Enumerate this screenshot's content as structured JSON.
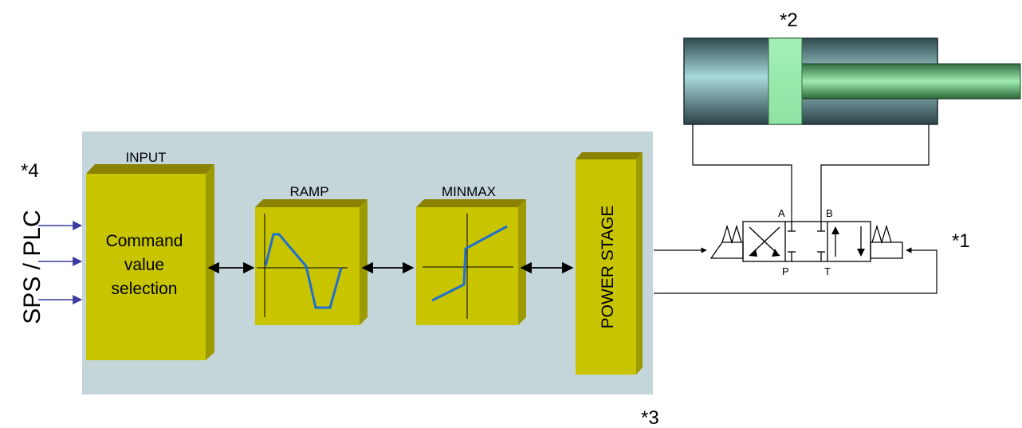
{
  "callouts": {
    "valve": "*1",
    "cylinder": "*2",
    "module": "*3",
    "controller": "*4"
  },
  "plc_label": "SPS / PLC",
  "blocks": {
    "input": {
      "title": "INPUT",
      "text_line1": "Command",
      "text_line2": "value",
      "text_line3": "selection"
    },
    "ramp": {
      "title": "RAMP"
    },
    "minmax": {
      "title": "MINMAX"
    },
    "power_stage": {
      "title": "POWER STAGE"
    }
  },
  "valve_ports": {
    "a": "A",
    "b": "B",
    "p": "P",
    "t": "T"
  },
  "colors": {
    "module_bg": "#c4d6da",
    "block_front": "#c8c400",
    "block_top": "#8a8200",
    "block_side": "#9d9a00",
    "curve": "#1f6fd0",
    "arrow_blue": "#3a3aa0"
  }
}
